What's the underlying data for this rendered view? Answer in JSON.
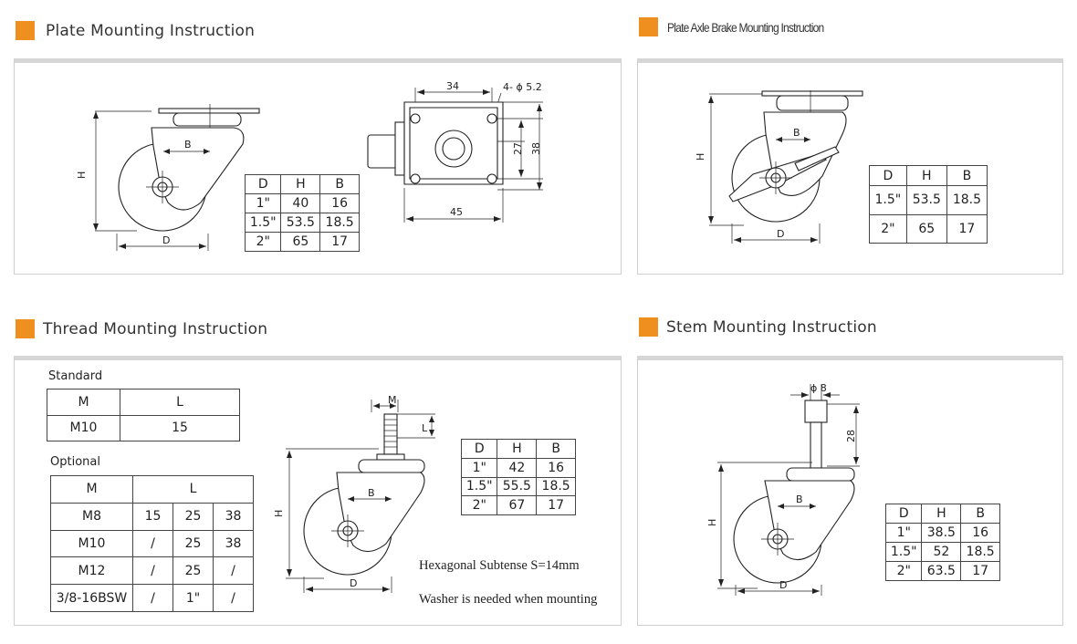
{
  "accent_color": "#ee8f1f",
  "plate": {
    "title": "Plate Mounting Instruction",
    "dims": {
      "h": "H",
      "b": "B",
      "d": "D",
      "top": "34",
      "hole": "4- ϕ 5.2",
      "right1": "27",
      "right2": "38",
      "bottom": "45"
    },
    "table": {
      "headers": [
        "D",
        "H",
        "B"
      ],
      "rows": [
        [
          "1\"",
          "40",
          "16"
        ],
        [
          "1.5\"",
          "53.5",
          "18.5"
        ],
        [
          "2\"",
          "65",
          "17"
        ]
      ]
    }
  },
  "brake": {
    "title": "Plate Axle Brake Mounting Instruction",
    "dims": {
      "h": "H",
      "b": "B",
      "d": "D"
    },
    "table": {
      "headers": [
        "D",
        "H",
        "B"
      ],
      "rows": [
        [
          "1.5\"",
          "53.5",
          "18.5"
        ],
        [
          "2\"",
          "65",
          "17"
        ]
      ]
    }
  },
  "thread": {
    "title": "Thread Mounting Instruction",
    "standard_label": "Standard",
    "standard_table": {
      "headers": [
        "M",
        "L"
      ],
      "rows": [
        [
          "M10",
          "15"
        ]
      ]
    },
    "optional_label": "Optional",
    "optional_table": {
      "headers": [
        "M",
        "L"
      ],
      "rows": [
        [
          "M8",
          "15",
          "25",
          "38"
        ],
        [
          "M10",
          "/",
          "25",
          "38"
        ],
        [
          "M12",
          "/",
          "25",
          "/"
        ],
        [
          "3/8-16BSW",
          "/",
          "1\"",
          "/"
        ]
      ]
    },
    "dims": {
      "m": "M",
      "l": "L",
      "h": "H",
      "b": "B",
      "d": "D"
    },
    "table": {
      "headers": [
        "D",
        "H",
        "B"
      ],
      "rows": [
        [
          "1\"",
          "42",
          "16"
        ],
        [
          "1.5\"",
          "55.5",
          "18.5"
        ],
        [
          "2\"",
          "67",
          "17"
        ]
      ]
    },
    "note1": "Hexagonal Subtense S=14mm",
    "note2": "Washer is needed when mounting"
  },
  "stem": {
    "title": "Stem Mounting Instruction",
    "dims": {
      "phi": "ϕ 8",
      "len": "28",
      "h": "H",
      "b": "B",
      "d": "D"
    },
    "table": {
      "headers": [
        "D",
        "H",
        "B"
      ],
      "rows": [
        [
          "1\"",
          "38.5",
          "16"
        ],
        [
          "1.5\"",
          "52",
          "18.5"
        ],
        [
          "2\"",
          "63.5",
          "17"
        ]
      ]
    }
  }
}
